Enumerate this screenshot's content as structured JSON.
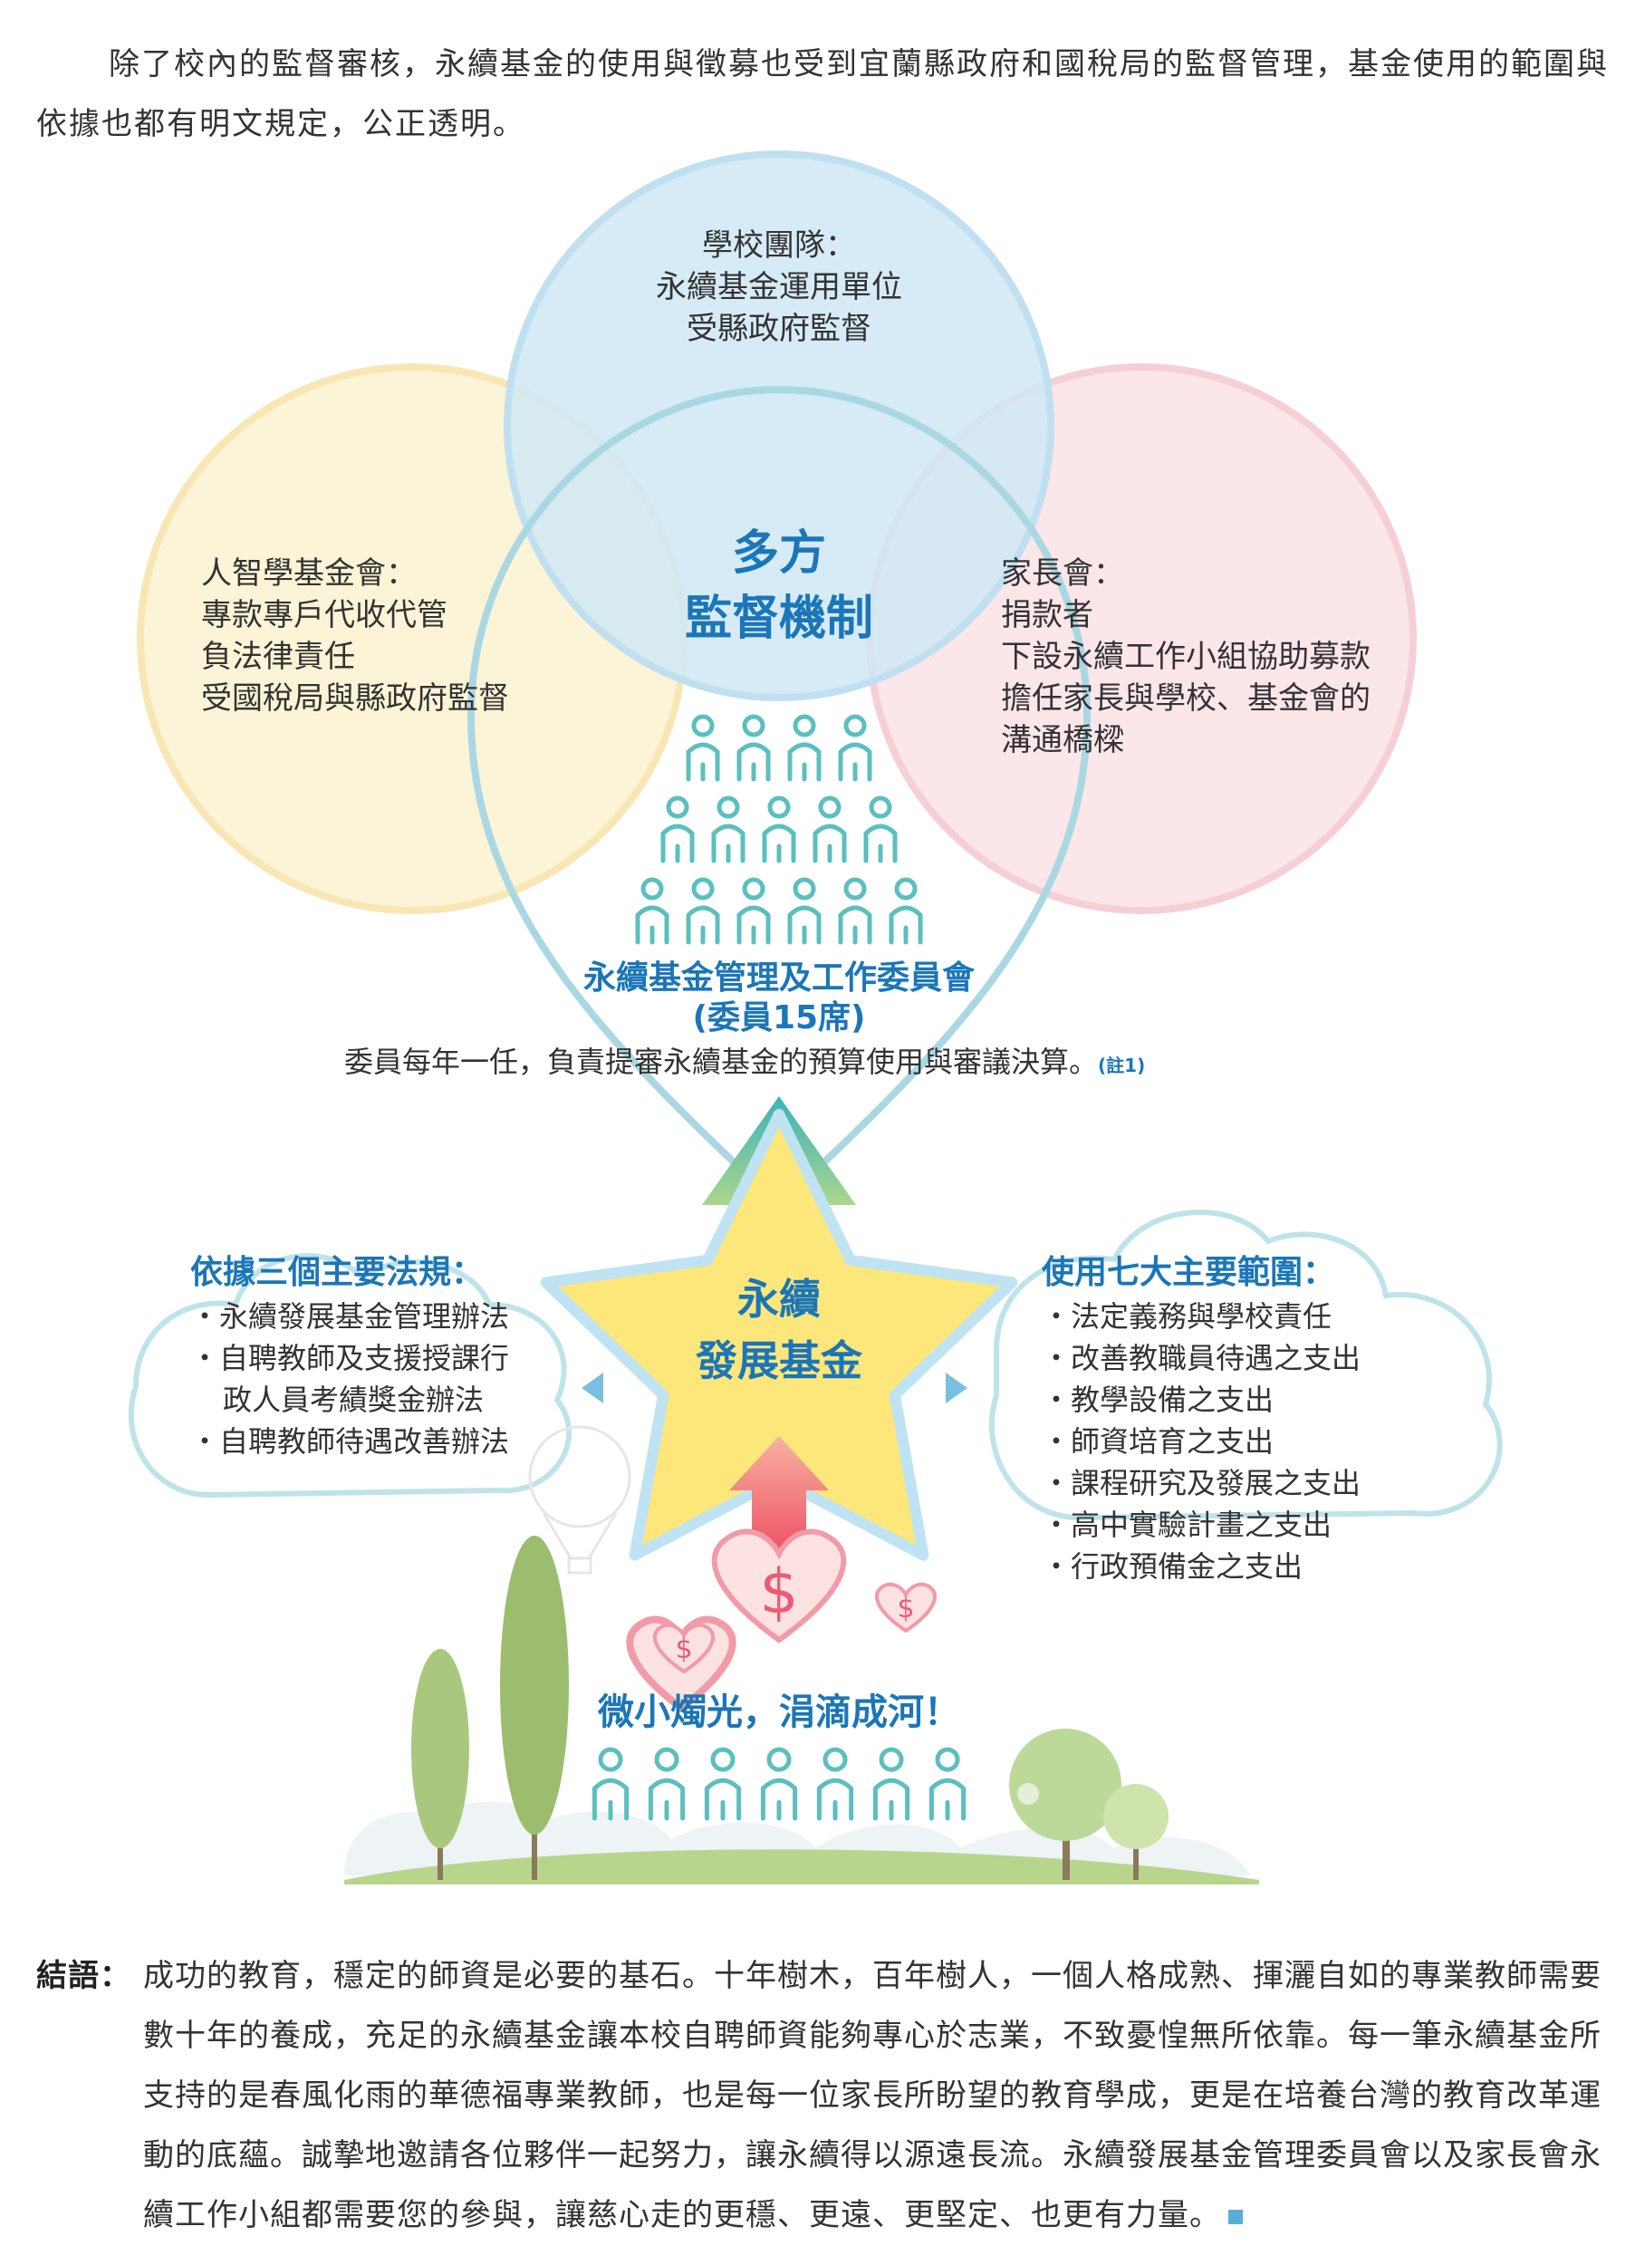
{
  "intro": "除了校內的監督審核，永續基金的使用與徵募也受到宜蘭縣政府和國稅局的監督管理，基金使用的範圍與依據也都有明文規定，公正透明。",
  "school": {
    "title": "學校團隊：",
    "lines": [
      "永續基金運用單位",
      "受縣政府監督"
    ]
  },
  "foundation": {
    "title": "人智學基金會：",
    "lines": [
      "專款專戶代收代管",
      "負法律責任",
      "受國稅局與縣政府監督"
    ]
  },
  "parents": {
    "title": "家長會：",
    "lines": [
      "捐款者",
      "下設永續工作小組協助募款",
      "擔任家長與學校、基金會的",
      "溝通橋樑"
    ]
  },
  "center": {
    "line1": "多方",
    "line2": "監督機制"
  },
  "committee": {
    "title": "永續基金管理及工作委員會",
    "seats": "(委員15席)",
    "desc": "委員每年一任，負責提審永續基金的預算使用與審議決算。",
    "note": "(註1)"
  },
  "star": {
    "line1": "永續",
    "line2": "發展基金"
  },
  "laws": {
    "title": "依據三個主要法規：",
    "items": [
      "永續發展基金管理辦法",
      "自聘教師及支援授課行",
      "政人員考績獎金辦法",
      "自聘教師待遇改善辦法"
    ]
  },
  "scope": {
    "title": "使用七大主要範圍：",
    "items": [
      "法定義務與學校責任",
      "改善教職員待遇之支出",
      "教學設備之支出",
      "師資培育之支出",
      "課程研究及發展之支出",
      "高中實驗計畫之支出",
      "行政預備金之支出"
    ]
  },
  "slogan": "微小燭光，涓滴成河！",
  "dollar": "$",
  "conclusion": {
    "label": "結語：",
    "text": "成功的教育，穩定的師資是必要的基石。十年樹木，百年樹人，一個人格成熟、揮灑自如的專業教師需要數十年的養成，充足的永續基金讓本校自聘師資能夠專心於志業，不致憂惶無所依靠。每一筆永續基金所支持的是春風化雨的華德福專業教師，也是每一位家長所盼望的教育學成，更是在培養台灣的教育改革運動的底蘊。誠摯地邀請各位夥伴一起努力，讓永續得以源遠長流。永續發展基金管理委員會以及家長會永續工作小組都需要您的參與，讓慈心走的更穩、更遠、更堅定、也更有力量。"
  },
  "colors": {
    "blue_circle": "#cfe7f5",
    "yellow_circle": "#fbf0c8",
    "pink_circle": "#fadbe0",
    "teal_line": "#9fd3df",
    "people": "#5bbfbf",
    "star_fill": "#fde77a",
    "title_blue": "#1b76b8",
    "heart_pink": "#f29aa8"
  }
}
